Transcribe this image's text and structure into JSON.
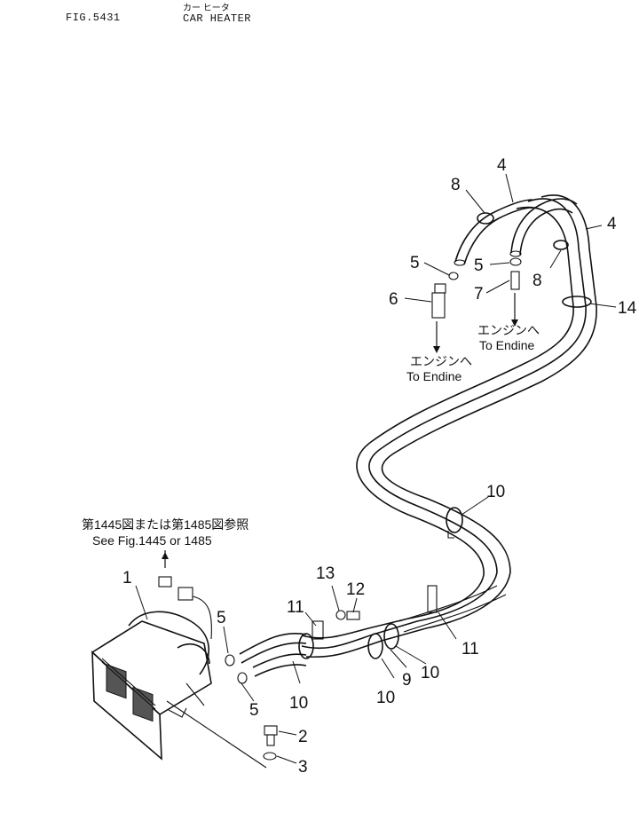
{
  "header": {
    "fig_label": "FIG.5431",
    "title_jp": "カー ヒータ",
    "title_en": "CAR HEATER"
  },
  "notes": {
    "engine_jp_1": "エンジンへ",
    "engine_en_1": "To Endine",
    "engine_jp_2": "エンジンへ",
    "engine_en_2": "To Endine",
    "see_ref_jp": "第1445図または第1485図参照",
    "see_ref_en": "See Fig.1445 or 1485"
  },
  "callouts": {
    "c1": "1",
    "c2": "2",
    "c3": "3",
    "c4a": "4",
    "c4b": "4",
    "c5a": "5",
    "c5b": "5",
    "c5c": "5",
    "c5d": "5",
    "c6": "6",
    "c7": "7",
    "c8a": "8",
    "c8b": "8",
    "c9": "9",
    "c10a": "10",
    "c10b": "10",
    "c10c": "10",
    "c10d": "10",
    "c11a": "11",
    "c11b": "11",
    "c12": "12",
    "c13": "13",
    "c14": "14"
  }
}
